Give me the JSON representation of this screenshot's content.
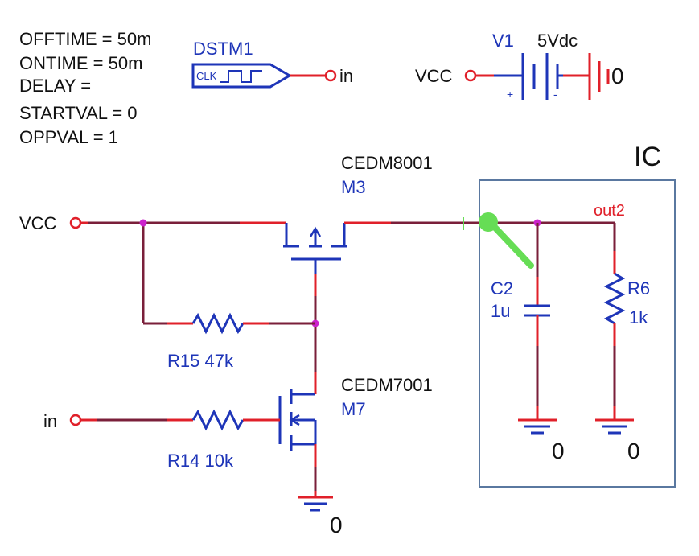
{
  "stimulus": {
    "params": [
      "OFFTIME = 50m",
      "ONTIME = 50m",
      "DELAY =",
      "STARTVAL = 0",
      "OPPVAL = 1"
    ],
    "name": "DSTM1",
    "clk_label": "CLK",
    "net": "in"
  },
  "source": {
    "name": "V1",
    "value": "5Vdc",
    "net": "VCC",
    "ground": "0",
    "plus_mark": "+",
    "minus_mark": "-"
  },
  "pmos": {
    "part": "CEDM8001",
    "ref": "M3"
  },
  "nmos": {
    "part": "CEDM7001",
    "ref": "M7"
  },
  "r15": {
    "ref": "R15",
    "value": "47k"
  },
  "r14": {
    "ref": "R14",
    "value": "10k"
  },
  "c2": {
    "ref": "C2",
    "value": "1u"
  },
  "r6": {
    "ref": "R6",
    "value": "1k"
  },
  "nets": {
    "vcc": "VCC",
    "in": "in",
    "out": "out2"
  },
  "box_label": "IC",
  "grounds": {
    "g_m7": "0",
    "g_c2": "0",
    "g_r6": "0"
  },
  "colors": {
    "wire": "#7a1f3a",
    "pin": "#e0202a",
    "part": "#1e35b8",
    "probe": "#66dd55",
    "box": "#5a78a0"
  }
}
